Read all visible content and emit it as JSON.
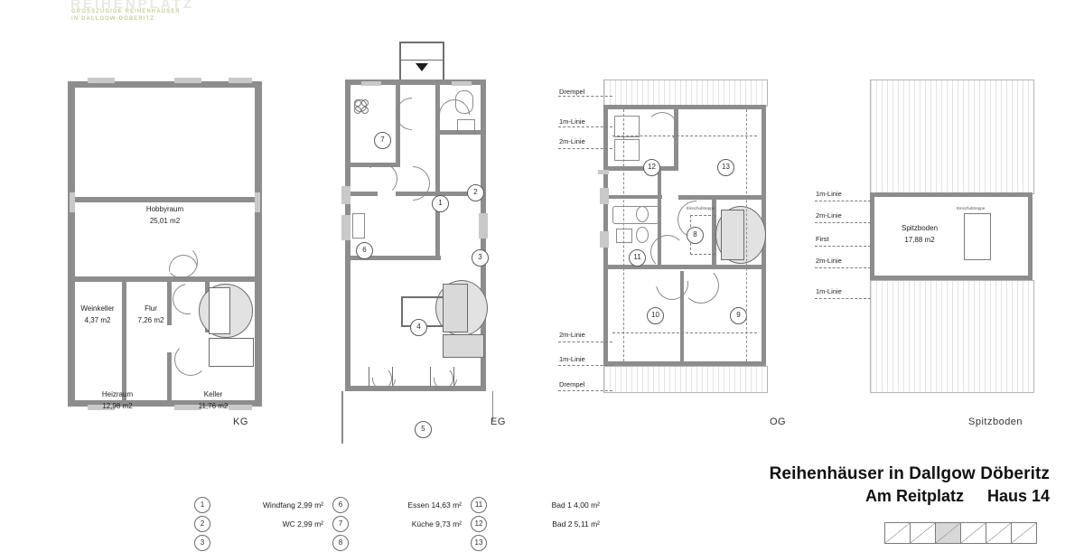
{
  "brand": {
    "logo": "REIHENPLATZ",
    "subtitle": "GROSSZÜGIGE REIHENHÄUSER\nIN DALLGOW-DÖBERITZ"
  },
  "floors": [
    {
      "key": "kg",
      "label": "KG"
    },
    {
      "key": "eg",
      "label": "EG"
    },
    {
      "key": "og",
      "label": "OG"
    },
    {
      "key": "sp",
      "label": "Spitzboden"
    }
  ],
  "kg": {
    "label": "KG",
    "rooms": [
      {
        "name": "Hobbyraum",
        "area": "25,01 m2"
      },
      {
        "name": "Weinkeller",
        "area": "4,37 m2"
      },
      {
        "name": "Flur",
        "area": "7,26 m2"
      },
      {
        "name": "Heizraum",
        "area": "12,98 m2"
      },
      {
        "name": "Keller",
        "area": "11,76 m2"
      }
    ]
  },
  "eg": {
    "label": "EG",
    "markers": [
      "1",
      "2",
      "3",
      "4",
      "5",
      "6",
      "7"
    ]
  },
  "og": {
    "label": "OG",
    "markers": [
      "8",
      "9",
      "10",
      "11",
      "12",
      "13"
    ],
    "stair_note": "Einschubtreppe",
    "lines_top": [
      "Drempel",
      "1m-Linie",
      "2m-Linie"
    ],
    "lines_bottom": [
      "2m-Linie",
      "1m-Linie",
      "Drempel"
    ]
  },
  "spitzboden": {
    "label": "Spitzboden",
    "room": {
      "name": "Spitzboden",
      "area": "17,88 m2"
    },
    "stair_note": "Einschubtreppe",
    "lines": [
      "1m-Linie",
      "2m-Linie",
      "First",
      "2m-Linie",
      "1m-Linie"
    ]
  },
  "legend": {
    "rows": [
      [
        {
          "num": "1",
          "text": "Windfang  2,99 m²"
        },
        {
          "num": "6",
          "text": "Essen  14,63 m²"
        },
        {
          "num": "11",
          "text": "Bad 1   4,00 m²"
        }
      ],
      [
        {
          "num": "2",
          "text": "WC  2,99 m²"
        },
        {
          "num": "7",
          "text": "Küche  9,73 m²"
        },
        {
          "num": "12",
          "text": "Bad 2  5,11 m²"
        }
      ],
      [
        {
          "num": "3",
          "text": ""
        },
        {
          "num": "8",
          "text": ""
        },
        {
          "num": "13",
          "text": ""
        }
      ]
    ]
  },
  "title_block": {
    "line1": "Reihenhäuser in Dallgow Döberitz",
    "line2": "Am Reitplatz",
    "house": "Haus 14"
  },
  "colors": {
    "wall": "#8d8d8d",
    "wall_light": "#c9c9c9",
    "accent_green": "#c9cf9a",
    "ink": "#1a1a1a"
  }
}
